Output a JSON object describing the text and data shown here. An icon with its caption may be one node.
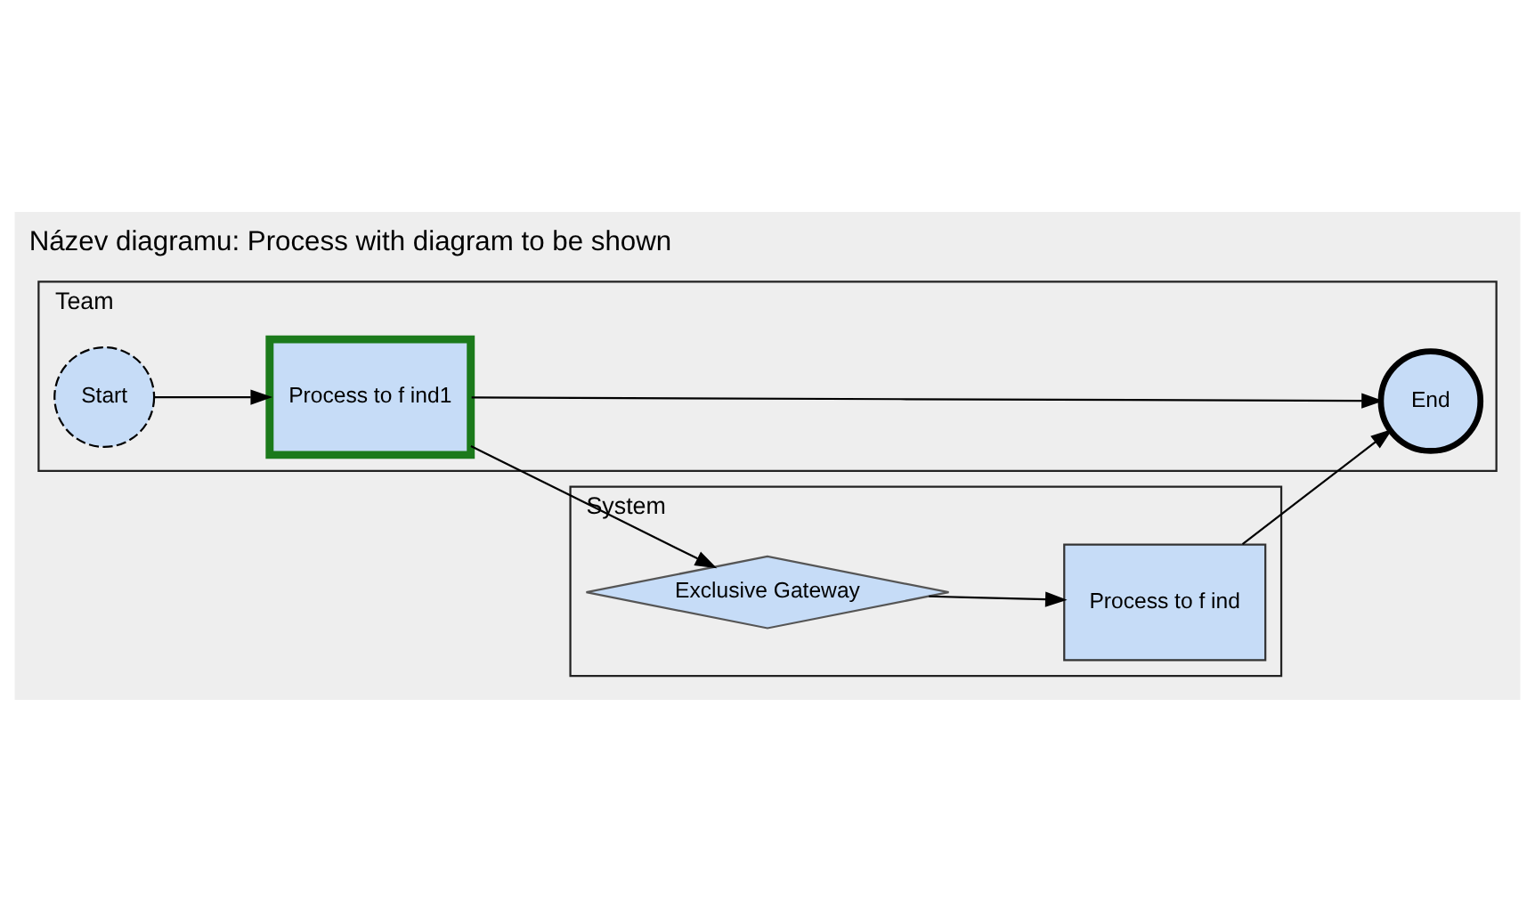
{
  "diagram": {
    "title": "Název diagramu: Process with diagram to be shown",
    "nodes": [
      {
        "text": [
          "Team"
        ]
      },
      {
        "text": [
          "Start"
        ],
        "in": 0
      },
      {
        "text": [
          "Process to f ind1"
        ],
        "in": 0
      },
      {
        "text": [
          "End"
        ],
        "in": 0
      },
      {
        "text": [
          "System"
        ]
      },
      {
        "text": [
          "Exclusive Gateway"
        ],
        "in": 4
      },
      {
        "text": [
          "Process to f ind"
        ],
        "in": 4
      }
    ],
    "edges": [
      {
        "from": 1,
        "to": 2,
        "arrow": "to"
      },
      {
        "from": 2,
        "to": 3,
        "arrow": "to"
      },
      {
        "from": 2,
        "to": 5,
        "arrow": "to"
      },
      {
        "from": 5,
        "to": 6,
        "arrow": "to"
      },
      {
        "from": 6,
        "to": 3,
        "arrow": "to"
      }
    ]
  }
}
